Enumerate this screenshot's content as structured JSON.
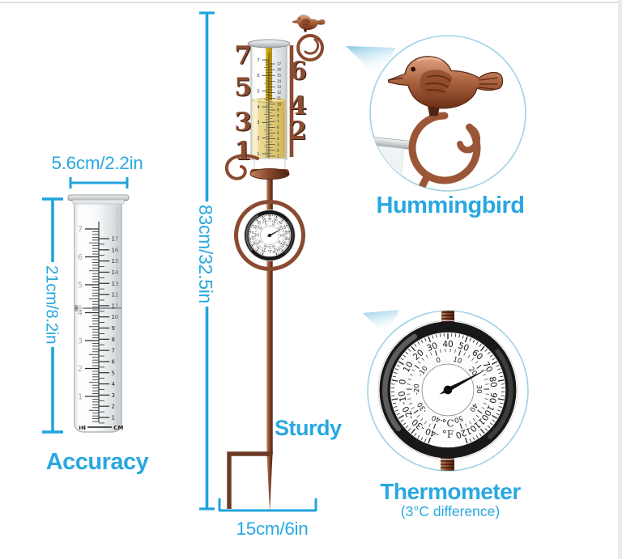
{
  "page": {
    "background": "#ffffff",
    "accent_text_color": "#29a8e0",
    "accent_line_color": "#21a3dc",
    "copper_color": "#8a4a30",
    "copper_dark": "#4f2414",
    "liquid_color": "#e3cd7c"
  },
  "labels": {
    "accuracy": "Accuracy",
    "hummingbird": "Hummingbird",
    "thermometer": "Thermometer",
    "thermometer_note": "(3°C difference)",
    "sturdy": "Sturdy"
  },
  "dimensions": {
    "top_width": "5.6cm/2.2in",
    "left_height": "21cm/8.2in",
    "center_height": "83cm/32.5in",
    "bottom_width": "15cm/6in"
  },
  "rain_gauge_scale": {
    "inch_numbers": [
      7,
      6,
      5,
      4,
      3,
      2,
      1
    ],
    "cm_numbers": [
      17,
      16,
      15,
      14,
      13,
      12,
      11,
      10,
      9,
      8,
      7,
      6,
      5,
      4,
      3,
      2,
      1
    ],
    "inch_unit": "IN",
    "cm_unit": "CM"
  },
  "product": {
    "big_numbers_left": [
      "7",
      "5",
      "3",
      "1"
    ],
    "big_numbers_right": [
      "6",
      "4",
      "2"
    ]
  },
  "thermometer_dial": {
    "fahrenheit_numbers": [
      -40,
      -30,
      -20,
      -10,
      0,
      10,
      20,
      30,
      40,
      50,
      60,
      70,
      80,
      90,
      100,
      110,
      120
    ],
    "celsius_numbers": [
      -40,
      -30,
      -20,
      -10,
      0,
      10,
      20,
      30,
      40,
      50
    ],
    "fahrenheit_range": [
      -40,
      120
    ],
    "celsius_range": [
      -40,
      50
    ],
    "sweep_deg": 320,
    "celsius_label": "°C",
    "fahrenheit_label": "°F",
    "needle_angle_deg": 62
  }
}
